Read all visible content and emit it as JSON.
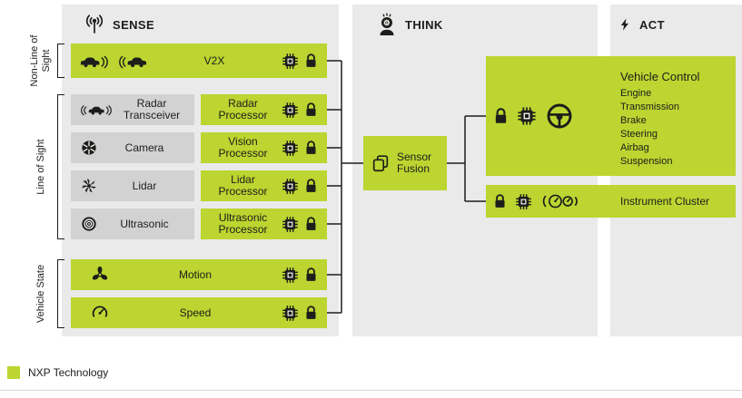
{
  "headers": {
    "sense": "SENSE",
    "think": "THINK",
    "act": "ACT"
  },
  "side_labels": {
    "non_line_of_sight": "Non-Line of Sight",
    "line_of_sight": "Line of Sight",
    "vehicle_state": "Vehicle State"
  },
  "sense": {
    "v2x_label": "V2X",
    "rows": [
      {
        "source": "Radar Transceiver",
        "processor": "Radar Processor"
      },
      {
        "source": "Camera",
        "processor": "Vision Processor"
      },
      {
        "source": "Lidar",
        "processor": "Lidar Processor"
      },
      {
        "source": "Ultrasonic",
        "processor": "Ultrasonic Processor"
      }
    ],
    "vehicle_state": [
      {
        "label": "Motion"
      },
      {
        "label": "Speed"
      }
    ]
  },
  "think": {
    "sensor_fusion_label": "Sensor Fusion"
  },
  "act": {
    "vehicle_control_title": "Vehicle Control",
    "vehicle_control_items": [
      "Engine",
      "Transmission",
      "Brake",
      "Steering",
      "Airbag",
      "Suspension"
    ],
    "instrument_cluster_label": "Instrument Cluster"
  },
  "legend": {
    "label": "NXP Technology"
  },
  "colors": {
    "nxp_green": "#bcd530",
    "box_gray": "#d2d2d2",
    "panel_gray": "#eaeaea",
    "icon_dark": "#1d1d1b"
  },
  "icons": [
    "antenna-icon",
    "think-head-icon",
    "lightning-icon",
    "v2x-cars-icon",
    "chip-icon",
    "lock-icon",
    "radar-car-icon",
    "camera-aperture-icon",
    "lidar-burst-icon",
    "ultrasonic-icon",
    "fan-icon",
    "speedometer-icon",
    "sensor-fusion-copy-icon",
    "steering-wheel-icon",
    "instrument-cluster-icon",
    "legend-swatch"
  ]
}
